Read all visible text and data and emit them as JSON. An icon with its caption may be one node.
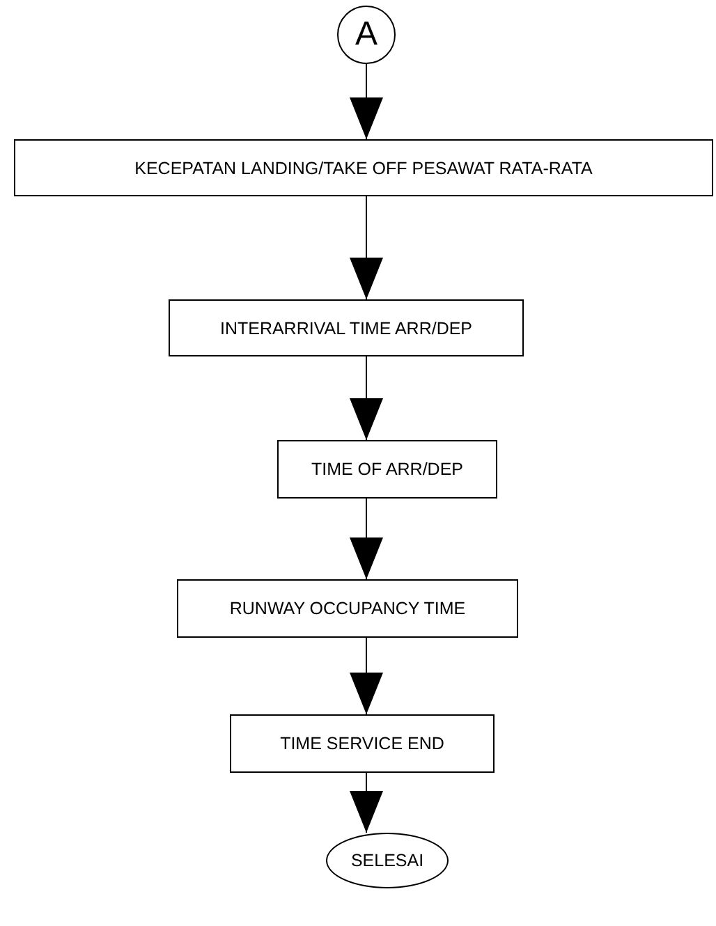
{
  "diagram": {
    "nodes": [
      {
        "text": [
          "A"
        ]
      },
      {
        "text": [
          "KECEPATAN LANDING/TAKE OFF PESAWAT RATA-RATA"
        ]
      },
      {
        "text": [
          "INTERARRIVAL TIME ARR/DEP"
        ]
      },
      {
        "text": [
          "TIME OF ARR/DEP"
        ]
      },
      {
        "text": [
          "RUNWAY OCCUPANCY TIME"
        ]
      },
      {
        "text": [
          "TIME SERVICE END"
        ]
      },
      {
        "text": [
          "SELESAI"
        ]
      }
    ],
    "edges": [
      {
        "from": 0,
        "to": 1,
        "arrow": "to"
      },
      {
        "from": 1,
        "to": 2,
        "arrow": "to"
      },
      {
        "from": 2,
        "to": 3,
        "arrow": "to"
      },
      {
        "from": 3,
        "to": 4,
        "arrow": "to"
      },
      {
        "from": 4,
        "to": 5,
        "arrow": "to"
      },
      {
        "from": 5,
        "to": 6,
        "arrow": "to"
      }
    ]
  }
}
